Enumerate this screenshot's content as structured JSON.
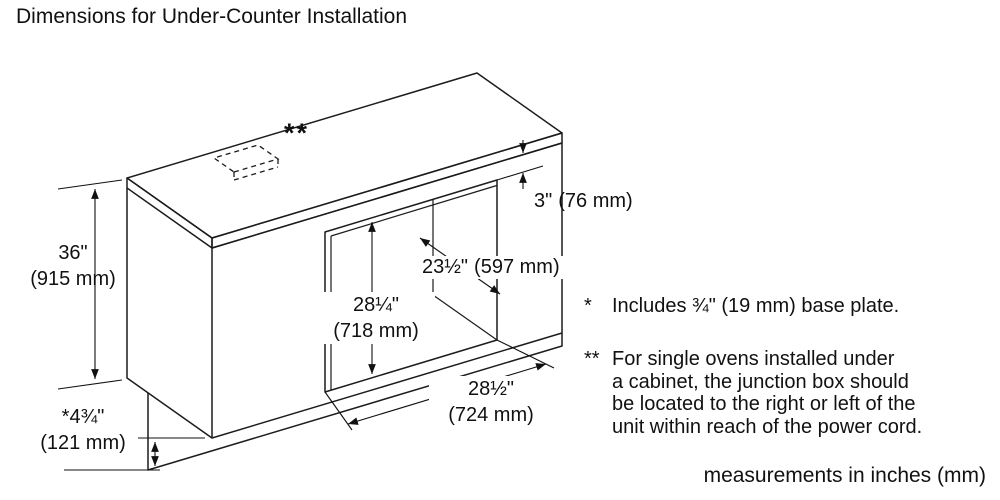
{
  "title": "Dimensions for Under-Counter Installation",
  "footer_note": "measurements in inches (mm)",
  "junction_box_marker": "**",
  "dimensions": {
    "cabinet_height": {
      "inches": "36\"",
      "mm": "(915 mm)"
    },
    "base_height": {
      "inches": "*4¾\"",
      "mm": "(121 mm)"
    },
    "countertop_to_cutout_gap": {
      "inches": "3\"",
      "mm": "(76 mm)"
    },
    "cutout_depth": {
      "inches": "23½\"",
      "mm": "(597 mm)"
    },
    "cutout_height": {
      "inches": "28¼\"",
      "mm": "(718 mm)"
    },
    "cutout_width": {
      "inches": "28½\"",
      "mm": "(724 mm)"
    }
  },
  "notes": [
    {
      "marker": "*",
      "lines": [
        "Includes ¾\" (19 mm) base plate."
      ]
    },
    {
      "marker": "**",
      "lines": [
        "For single ovens installed under",
        "a cabinet, the junction box should",
        "be located to the right or left of the",
        "unit within reach of the power cord."
      ]
    }
  ]
}
